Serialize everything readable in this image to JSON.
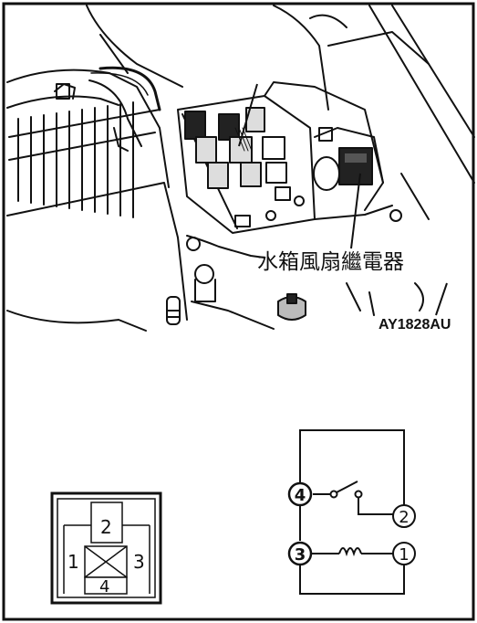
{
  "photo": {
    "callout_label": "水箱風扇繼電器",
    "figure_code": "AY1828AU"
  },
  "connector": {
    "pins": {
      "p1": "1",
      "p2": "2",
      "p3": "3",
      "p4": "4"
    }
  },
  "schematic": {
    "terminals": {
      "t1": "1",
      "t2": "2",
      "t3": "3",
      "t4": "4"
    }
  }
}
